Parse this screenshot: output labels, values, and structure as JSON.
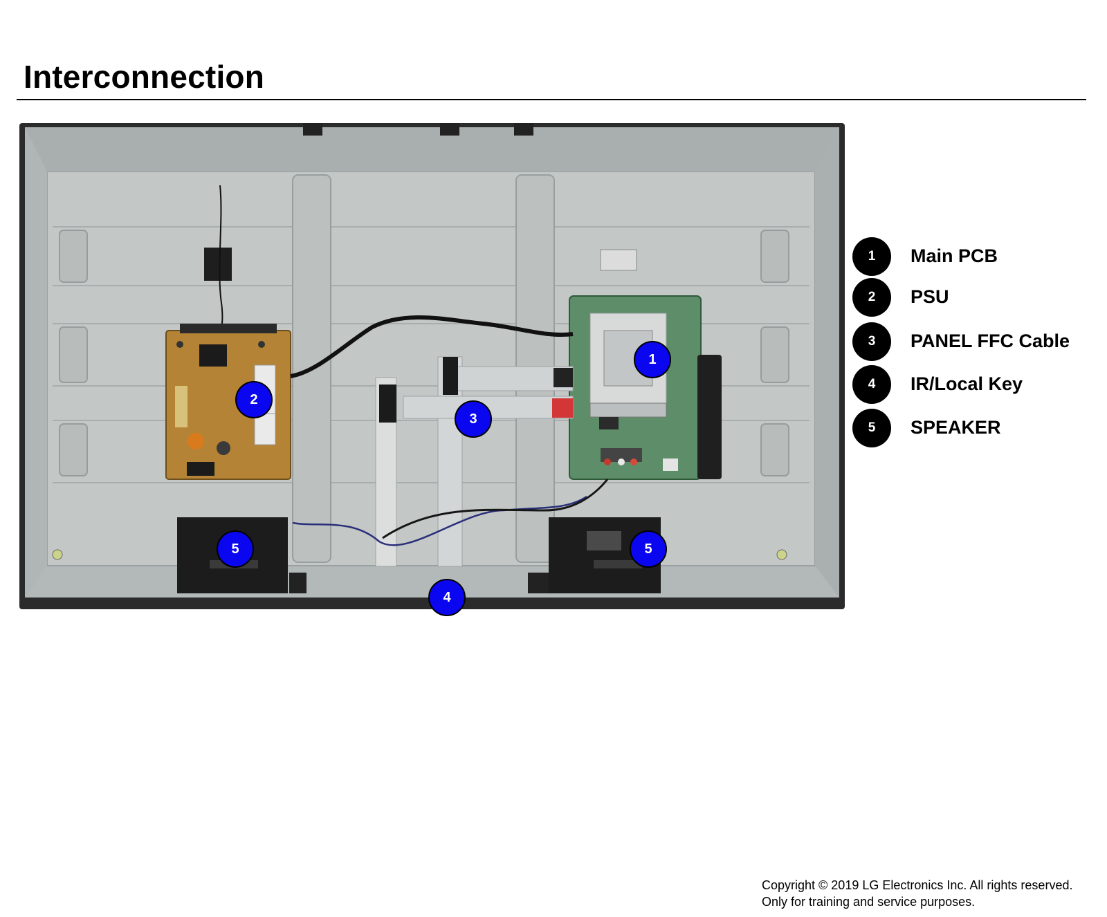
{
  "page": {
    "title": "Interconnection"
  },
  "photo": {
    "icon": "tv-rear-panel-photo",
    "callouts": [
      "1",
      "2",
      "3",
      "4",
      "5",
      "5"
    ]
  },
  "legend": {
    "items": [
      {
        "number": "1",
        "label": "Main PCB"
      },
      {
        "number": "2",
        "label": "PSU"
      },
      {
        "number": "3",
        "label": "PANEL FFC Cable"
      },
      {
        "number": "4",
        "label": "IR/Local Key"
      },
      {
        "number": "5",
        "label": "SPEAKER"
      }
    ]
  },
  "footer": {
    "copyright_line1": "Copyright © 2019 LG Electronics Inc. All rights reserved.",
    "copyright_line2": "Only for training and service purposes."
  },
  "colors": {
    "callout_fill": "#0a06f0",
    "legend_dot_fill": "#000000",
    "chassis": "#b9bdbd",
    "psu_board": "#b8893a",
    "main_board": "#5f8f6a"
  }
}
